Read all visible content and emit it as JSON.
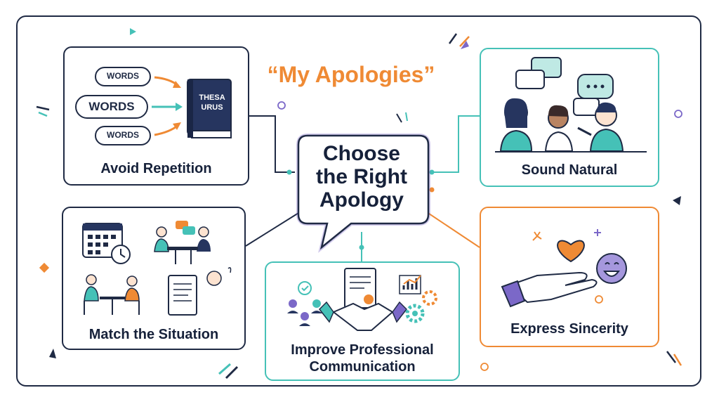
{
  "title": "“My Apologies”",
  "center": {
    "lines": [
      "Choose",
      "the Right",
      "Apology"
    ]
  },
  "cards": {
    "avoid_repetition": {
      "label": "Avoid Repetition",
      "words": [
        "WORDS",
        "WORDS",
        "WORDS"
      ],
      "book_lines": [
        "THESA",
        "URUS"
      ]
    },
    "sound_natural": {
      "label": "Sound Natural"
    },
    "match_situation": {
      "label": "Match the Situation"
    },
    "improve_professional": {
      "label_lines": [
        "Improve Professional",
        "Communication"
      ]
    },
    "express_sincerity": {
      "label": "Express Sincerity"
    }
  },
  "colors": {
    "navy": "#1f2a44",
    "teal": "#45c1b7",
    "orange": "#ef8a34",
    "purple": "#7b68c8"
  }
}
